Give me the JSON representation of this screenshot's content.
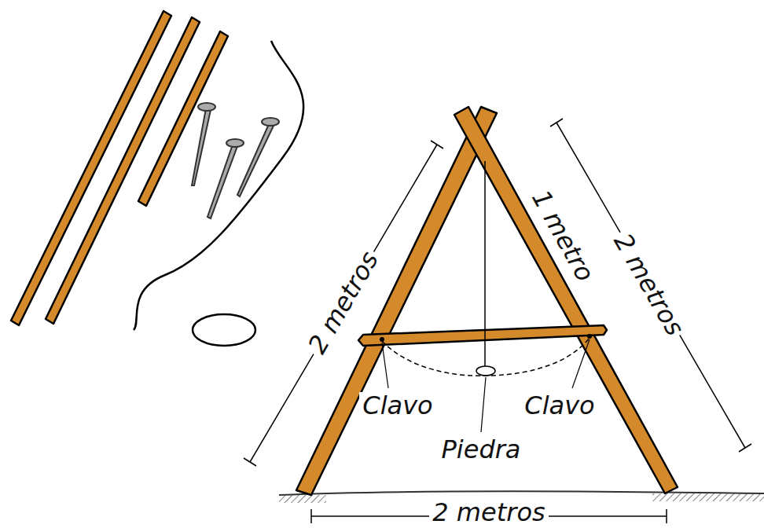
{
  "diagram": {
    "labels": [
      "2 metros",
      "1 metro",
      "2 metros",
      "Clavo",
      "Clavo",
      "Piedra",
      "2 metros"
    ]
  }
}
